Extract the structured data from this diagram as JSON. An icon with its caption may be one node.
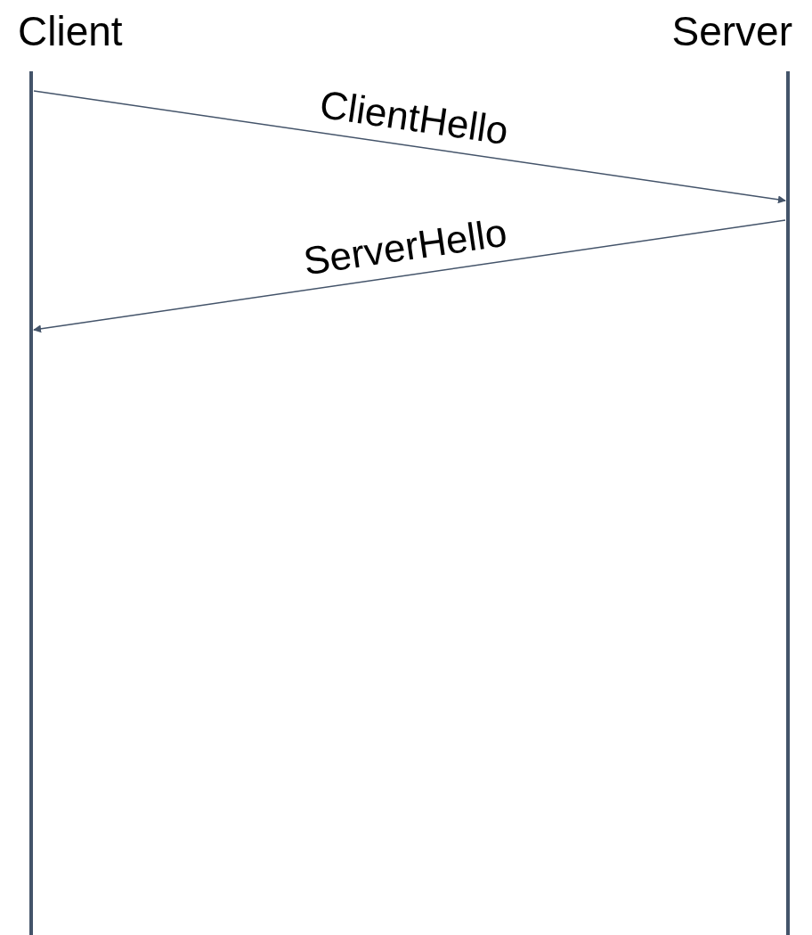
{
  "diagram": {
    "nodes": [
      {
        "text": [
          "Client"
        ]
      },
      {
        "text": [
          "Server"
        ]
      }
    ],
    "edges": [
      {
        "from": 0,
        "to": 1,
        "arrow": "to",
        "label": "ClientHello"
      },
      {
        "from": 1,
        "to": 0,
        "arrow": "to",
        "label": "ServerHello"
      }
    ]
  }
}
